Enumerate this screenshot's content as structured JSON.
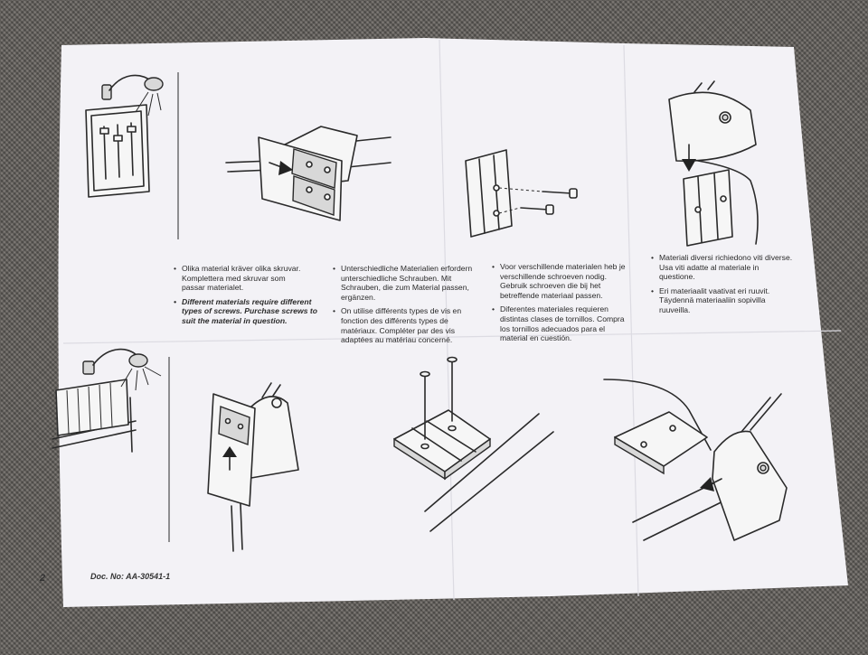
{
  "page": {
    "page_number": "2",
    "doc_number": "Doc. No: AA-30541-1"
  },
  "columns": [
    {
      "id": "sv-en",
      "paragraphs": [
        {
          "text": "Olika material kräver olika skruvar.\nKomplettera med skruvar som\npassar materialet."
        },
        {
          "text": "Different materials require different\ntypes of screws. Purchase screws to\nsuit the material in question."
        }
      ]
    },
    {
      "id": "de-fr",
      "paragraphs": [
        {
          "text": "Unterschiedliche Materialien erfordern\nunterschiedliche Schrauben. Mit\nSchrauben, die zum Material passen,\nergänzen."
        },
        {
          "text": "On utilise différents types de vis en\nfonction des différents types de\nmatériaux. Compléter par des vis\nadaptées au matériau concerné."
        }
      ]
    },
    {
      "id": "nl-es",
      "paragraphs": [
        {
          "text": "Voor verschillende materialen heb je\nverschillende schroeven nodig.\nGebruik schroeven die bij het\nbetreffende materiaal passen."
        },
        {
          "text": "Diferentes materiales requieren\ndistintas clases de tornillos. Compra\nlos tornillos adecuados para el\nmaterial en cuestión."
        }
      ]
    },
    {
      "id": "it-fi",
      "paragraphs": [
        {
          "text": "Materiali diversi richiedono viti diverse.\nUsa viti adatte al materiale in\nquestione."
        },
        {
          "text": "Eri materiaalit vaativat eri ruuvit.\nTäydennä materiaaliin sopivilla\nruuveilla."
        }
      ]
    }
  ]
}
